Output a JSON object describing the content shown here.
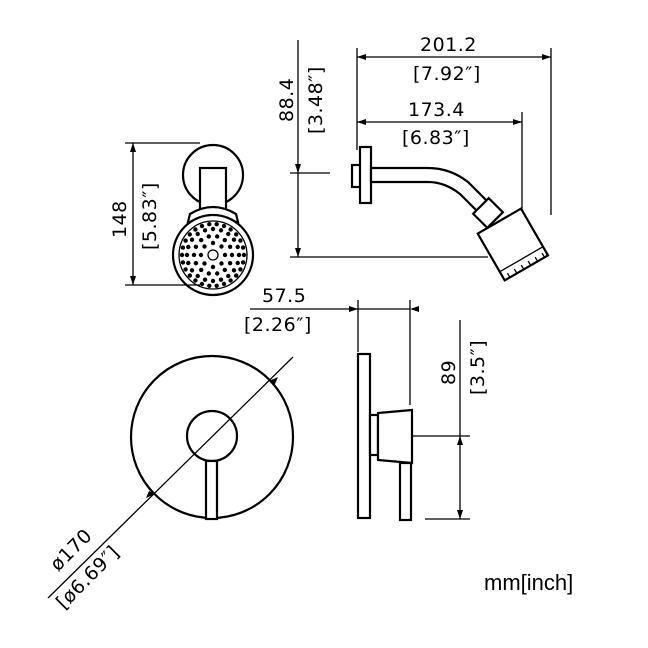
{
  "dimensions": {
    "total_length": {
      "mm": "201.2",
      "inch": "[7.92″]"
    },
    "arm_length": {
      "mm": "173.4",
      "inch": "[6.83″]"
    },
    "arm_height": {
      "mm": "88.4",
      "inch": "[3.48″]"
    },
    "head_height": {
      "mm": "148",
      "inch": "[5.83″]"
    },
    "valve_depth": {
      "mm": "57.5",
      "inch": "[2.26″]"
    },
    "handle_height": {
      "mm": "89",
      "inch": "[3.5″]"
    },
    "plate_diameter": {
      "mm": "ø170",
      "inch": "[ø6.69″]"
    }
  },
  "units_label": "mm[inch]"
}
